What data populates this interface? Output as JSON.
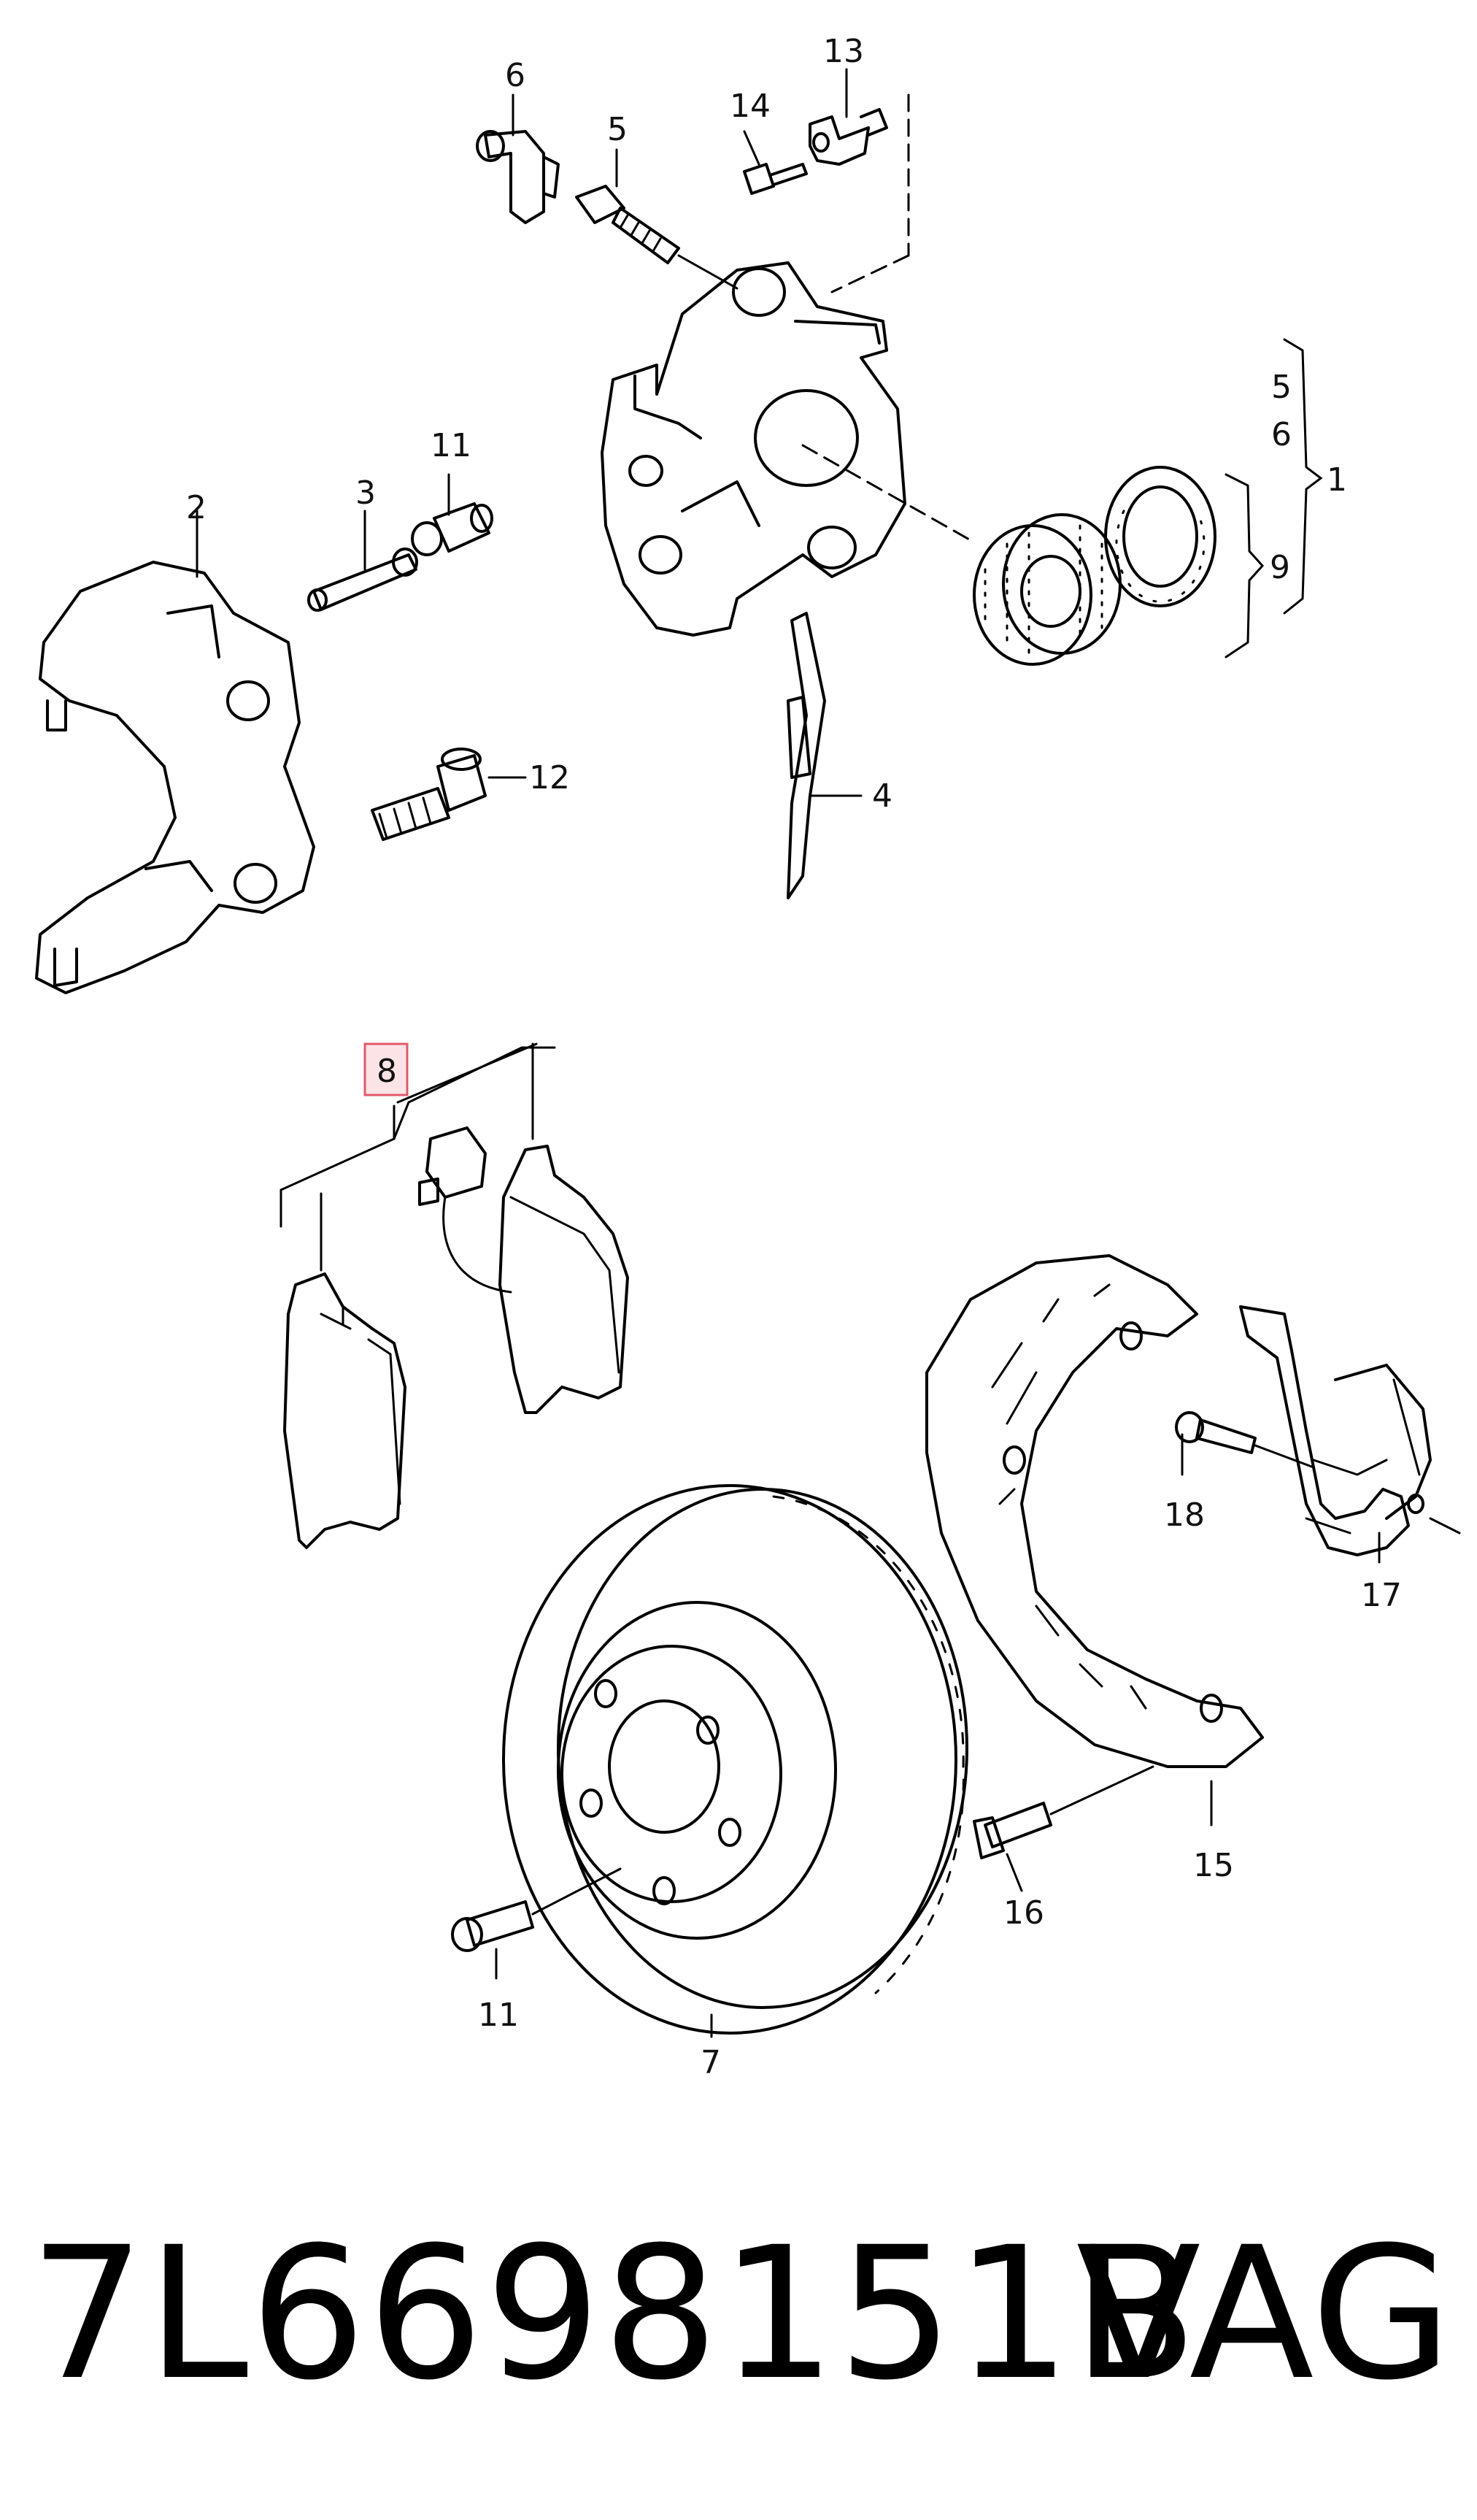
{
  "labels": {
    "l1": "1",
    "l2": "2",
    "l3": "3",
    "l4": "4",
    "l5a": "5",
    "l5b": "5",
    "l6a": "6",
    "l6b": "6",
    "l7": "7",
    "l8": "8",
    "l9": "9",
    "l11a": "11",
    "l11b": "11",
    "l12": "12",
    "l13": "13",
    "l14": "14",
    "l15": "15",
    "l16": "16",
    "l17": "17",
    "l18": "18"
  },
  "highlight_label": "8",
  "highlight_color": "#e05a6a",
  "footer": {
    "part_number": "7L6698151B",
    "brand": "VAG"
  }
}
